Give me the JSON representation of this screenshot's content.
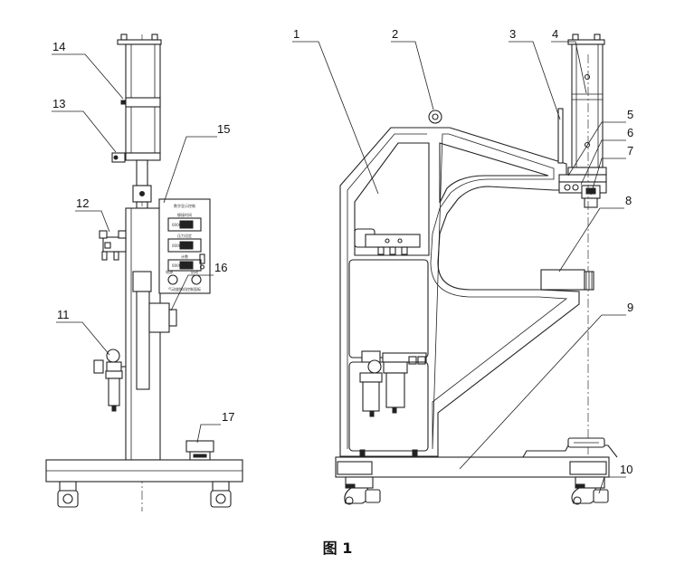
{
  "figure": {
    "caption": "图 1"
  },
  "callouts": [
    {
      "id": "1",
      "label": "1"
    },
    {
      "id": "2",
      "label": "2"
    },
    {
      "id": "3",
      "label": "3"
    },
    {
      "id": "4",
      "label": "4"
    },
    {
      "id": "5",
      "label": "5"
    },
    {
      "id": "6",
      "label": "6"
    },
    {
      "id": "7",
      "label": "7"
    },
    {
      "id": "8",
      "label": "8"
    },
    {
      "id": "9",
      "label": "9"
    },
    {
      "id": "10",
      "label": "10"
    },
    {
      "id": "11",
      "label": "11"
    },
    {
      "id": "12",
      "label": "12"
    },
    {
      "id": "13",
      "label": "13"
    },
    {
      "id": "14",
      "label": "14"
    },
    {
      "id": "15",
      "label": "15"
    },
    {
      "id": "16",
      "label": "16"
    },
    {
      "id": "17",
      "label": "17"
    }
  ],
  "control_panel": {
    "title": "数字显示控制",
    "rows": [
      {
        "label": "铆接时间",
        "value": "0000"
      },
      {
        "label": "压力设定",
        "value": "0000"
      },
      {
        "label": "计数",
        "value": "0000"
      }
    ],
    "switch_labels": [
      "电源",
      "启动"
    ],
    "footer": "气动旋铆机控制面板"
  }
}
